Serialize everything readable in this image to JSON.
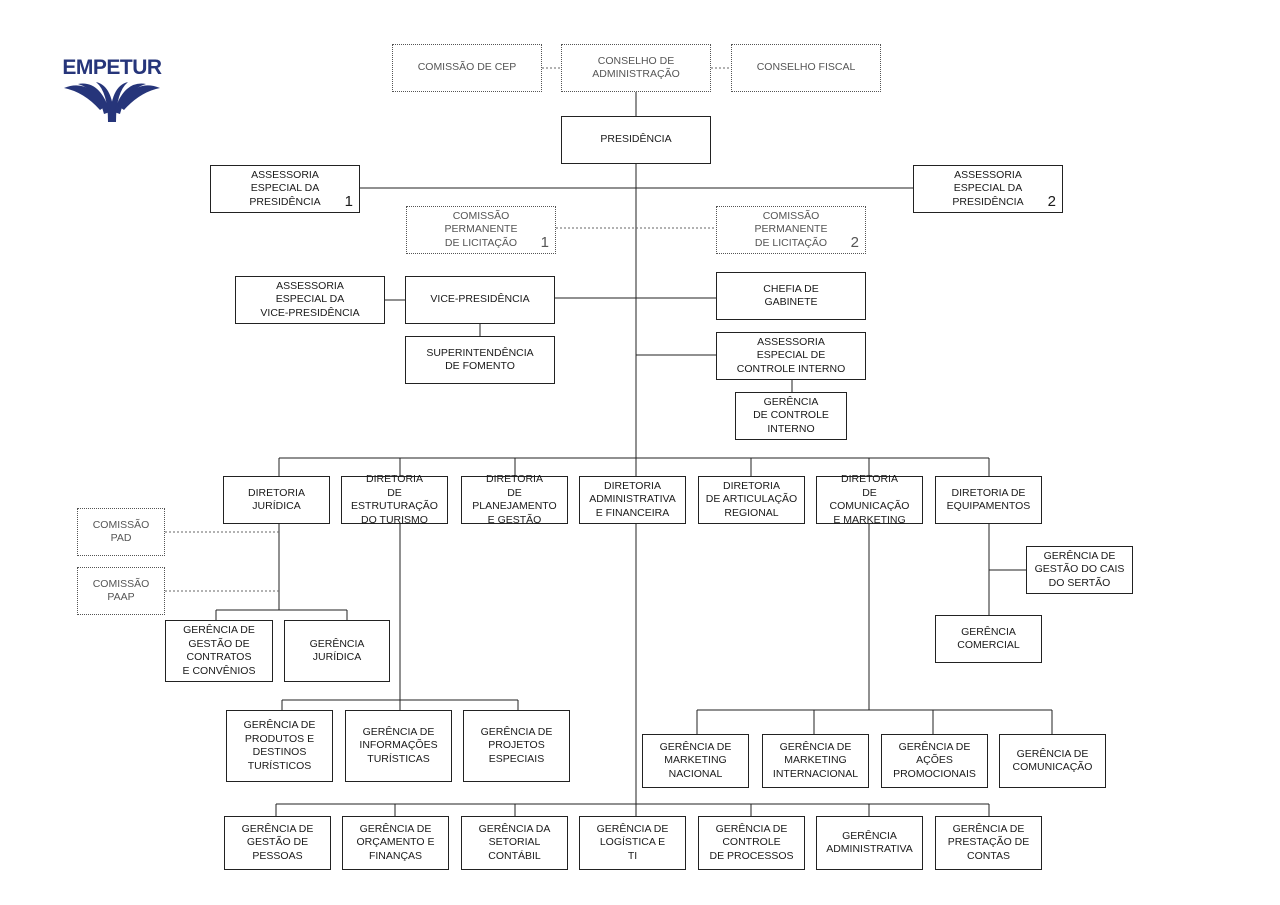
{
  "logo": {
    "text": "EMPETUR",
    "color": "#26357a"
  },
  "boxes": [
    {
      "id": "cep",
      "label": "COMISSÃO DE CEP",
      "style": "dotted"
    },
    {
      "id": "conselho_adm",
      "label": "CONSELHO DE\nADMINISTRAÇÃO",
      "style": "dotted"
    },
    {
      "id": "conselho_fiscal",
      "label": "CONSELHO FISCAL",
      "style": "dotted"
    },
    {
      "id": "presidencia",
      "label": "PRESIDÊNCIA",
      "style": "solid"
    },
    {
      "id": "assess_pres_1",
      "label": "ASSESSORIA\nESPECIAL DA\nPRESIDÊNCIA",
      "num": "1",
      "style": "solid"
    },
    {
      "id": "assess_pres_2",
      "label": "ASSESSORIA\nESPECIAL DA\nPRESIDÊNCIA",
      "num": "2",
      "style": "solid"
    },
    {
      "id": "cpl_1",
      "label": "COMISSÃO\nPERMANENTE\nDE LICITAÇÃO",
      "num": "1",
      "style": "dotted"
    },
    {
      "id": "cpl_2",
      "label": "COMISSÃO\nPERMANENTE\nDE LICITAÇÃO",
      "num": "2",
      "style": "dotted"
    },
    {
      "id": "assess_vice",
      "label": "ASSESSORIA\nESPECIAL DA\nVICE-PRESIDÊNCIA",
      "style": "solid"
    },
    {
      "id": "vice",
      "label": "VICE-PRESIDÊNCIA",
      "style": "solid"
    },
    {
      "id": "chefia",
      "label": "CHEFIA DE\nGABINETE",
      "style": "solid"
    },
    {
      "id": "sup_fomento",
      "label": "SUPERINTENDÊNCIA\nDE FOMENTO",
      "style": "solid"
    },
    {
      "id": "assess_controle",
      "label": "ASSESSORIA\nESPECIAL DE\nCONTROLE INTERNO",
      "style": "solid"
    },
    {
      "id": "ger_controle",
      "label": "GERÊNCIA\nDE CONTROLE\nINTERNO",
      "style": "solid"
    },
    {
      "id": "dir_juridica",
      "label": "DIRETORIA\nJURÍDICA",
      "style": "solid"
    },
    {
      "id": "dir_estrut",
      "label": "DIRETORIA\nDE ESTRUTURAÇÃO\nDO TURISMO",
      "style": "solid"
    },
    {
      "id": "dir_planej",
      "label": "DIRETORIA\nDE PLANEJAMENTO\nE GESTÃO",
      "style": "solid"
    },
    {
      "id": "dir_adm",
      "label": "DIRETORIA\nADMINISTRATIVA\nE FINANCEIRA",
      "style": "solid"
    },
    {
      "id": "dir_artic",
      "label": "DIRETORIA\nDE ARTICULAÇÃO\nREGIONAL",
      "style": "solid"
    },
    {
      "id": "dir_comun",
      "label": "DIRETORIA\nDE COMUNICAÇÃO\nE MARKETING",
      "style": "solid"
    },
    {
      "id": "dir_equip",
      "label": "DIRETORIA DE\nEQUIPAMENTOS",
      "style": "solid"
    },
    {
      "id": "com_pad",
      "label": "COMISSÃO\nPAD",
      "style": "dotted"
    },
    {
      "id": "com_paap",
      "label": "COMISSÃO\nPAAP",
      "style": "dotted"
    },
    {
      "id": "ger_contratos",
      "label": "GERÊNCIA DE\nGESTÃO DE\nCONTRATOS\nE CONVÊNIOS",
      "style": "solid"
    },
    {
      "id": "ger_juridica",
      "label": "GERÊNCIA\nJURÍDICA",
      "style": "solid"
    },
    {
      "id": "ger_cais",
      "label": "GERÊNCIA DE\nGESTÃO DO CAIS\nDO SERTÃO",
      "style": "solid"
    },
    {
      "id": "ger_comercial",
      "label": "GERÊNCIA\nCOMERCIAL",
      "style": "solid"
    },
    {
      "id": "ger_produtos",
      "label": "GERÊNCIA DE\nPRODUTOS E\nDESTINOS\nTURÍSTICOS",
      "style": "solid"
    },
    {
      "id": "ger_info",
      "label": "GERÊNCIA DE\nINFORMAÇÕES\nTURÍSTICAS",
      "style": "solid"
    },
    {
      "id": "ger_projetos",
      "label": "GERÊNCIA DE\nPROJETOS\nESPECIAIS",
      "style": "solid"
    },
    {
      "id": "ger_mkt_nac",
      "label": "GERÊNCIA DE\nMARKETING\nNACIONAL",
      "style": "solid"
    },
    {
      "id": "ger_mkt_int",
      "label": "GERÊNCIA DE\nMARKETING\nINTERNACIONAL",
      "style": "solid"
    },
    {
      "id": "ger_acoes",
      "label": "GERÊNCIA DE\nAÇÕES\nPROMOCIONAIS",
      "style": "solid"
    },
    {
      "id": "ger_comunicacao",
      "label": "GERÊNCIA DE\nCOMUNICAÇÃO",
      "style": "solid"
    },
    {
      "id": "ger_pessoas",
      "label": "GERÊNCIA DE\nGESTÃO DE\nPESSOAS",
      "style": "solid"
    },
    {
      "id": "ger_orcamento",
      "label": "GERÊNCIA DE\nORÇAMENTO E\nFINANÇAS",
      "style": "solid"
    },
    {
      "id": "ger_setorial",
      "label": "GERÊNCIA DA\nSETORIAL\nCONTÁBIL",
      "style": "solid"
    },
    {
      "id": "ger_logistica",
      "label": "GERÊNCIA DE\nLOGÍSTICA E\nTI",
      "style": "solid"
    },
    {
      "id": "ger_processos",
      "label": "GERÊNCIA DE\nCONTROLE\nDE PROCESSOS",
      "style": "solid"
    },
    {
      "id": "ger_administrativa",
      "label": "GERÊNCIA\nADMINISTRATIVA",
      "style": "solid"
    },
    {
      "id": "ger_prestacao",
      "label": "GERÊNCIA DE\nPRESTAÇÃO DE\nCONTAS",
      "style": "solid"
    }
  ]
}
